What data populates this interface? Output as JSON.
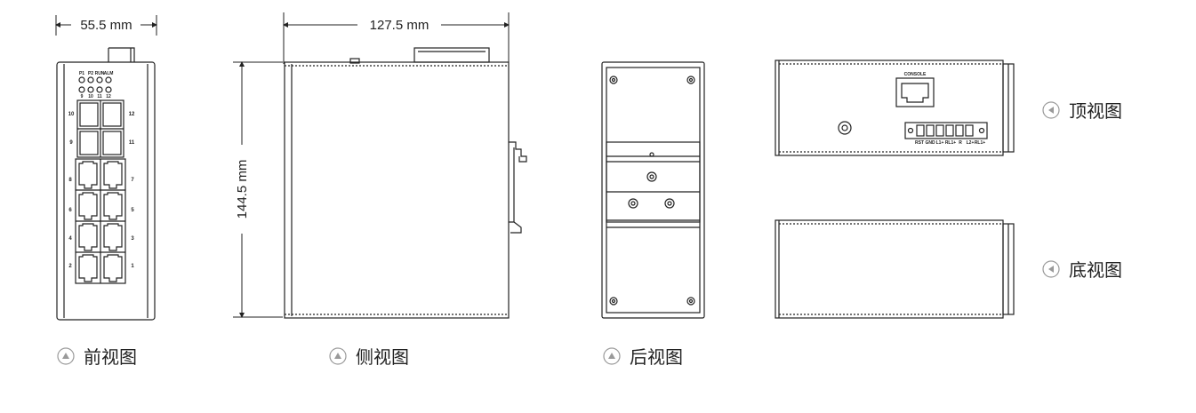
{
  "dimensions": {
    "width": "55.5 mm",
    "depth": "127.5 mm",
    "height": "144.5 mm"
  },
  "views": {
    "front": "前视图",
    "side": "侧视图",
    "back": "后视图",
    "top": "顶视图",
    "bottom": "底视图"
  },
  "icons": {
    "front": "triangle-up-circle-icon",
    "side": "triangle-up-circle-icon",
    "back": "triangle-up-circle-icon",
    "top": "triangle-left-circle-icon",
    "bottom": "triangle-left-circle-icon"
  },
  "front_panel": {
    "leds_top": [
      "P1",
      "P2",
      "RUN",
      "ALM"
    ],
    "leds_bottom": [
      "9",
      "10",
      "11",
      "12"
    ],
    "sfp_ports_left": [
      "10",
      "9"
    ],
    "sfp_ports_right": [
      "12",
      "11"
    ],
    "rj45_ports_left": [
      "8",
      "6",
      "4",
      "2"
    ],
    "rj45_ports_right": [
      "7",
      "5",
      "3",
      "1"
    ]
  },
  "top_panel": {
    "console_label": "CONSOLE",
    "terminal_labels": [
      "RST",
      "GND",
      "L1+",
      "RL1+",
      "R",
      "L2+",
      "RL1+"
    ]
  },
  "colors": {
    "line": "#222222",
    "icon_gray": "#9a9a9a"
  }
}
